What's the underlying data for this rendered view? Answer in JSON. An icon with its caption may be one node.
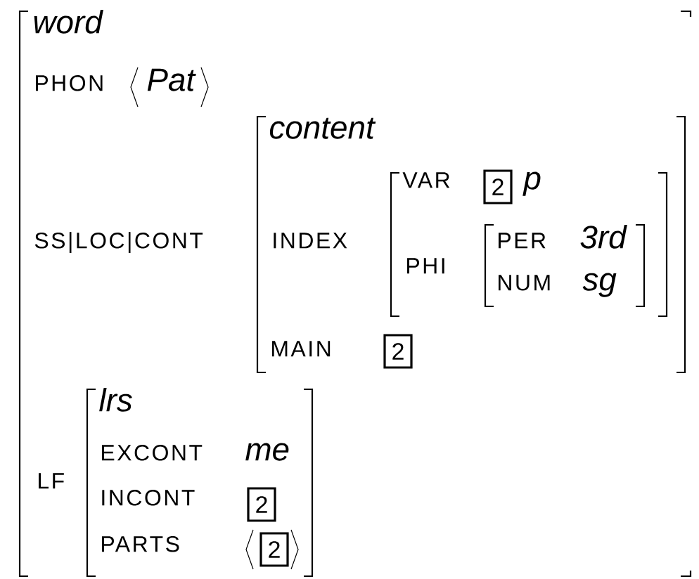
{
  "diagram": {
    "nodes": [
      {
        "text": [
          "word"
        ]
      },
      {
        "text": [
          "content"
        ],
        "in": 0
      },
      {
        "text": [],
        "shape": "box",
        "in": 1
      },
      {
        "text": [
          "2"
        ],
        "in": 2
      },
      {
        "text": [],
        "shape": "box",
        "in": 2
      },
      {
        "text": [
          "2"
        ],
        "in": 1
      },
      {
        "text": [
          "lrs"
        ],
        "in": 0
      },
      {
        "text": [
          "2"
        ],
        "in": 6
      },
      {
        "text": [
          "2"
        ],
        "in": 6
      }
    ],
    "labels": [
      "PHON",
      "Pat",
      "SS|LOC|CONT",
      "INDEX",
      "VAR",
      "p",
      "PHI",
      "PER",
      "3rd",
      "NUM",
      "sg",
      "MAIN",
      "LF",
      "EXCONT",
      "me",
      "INCONT",
      "PARTS"
    ]
  }
}
